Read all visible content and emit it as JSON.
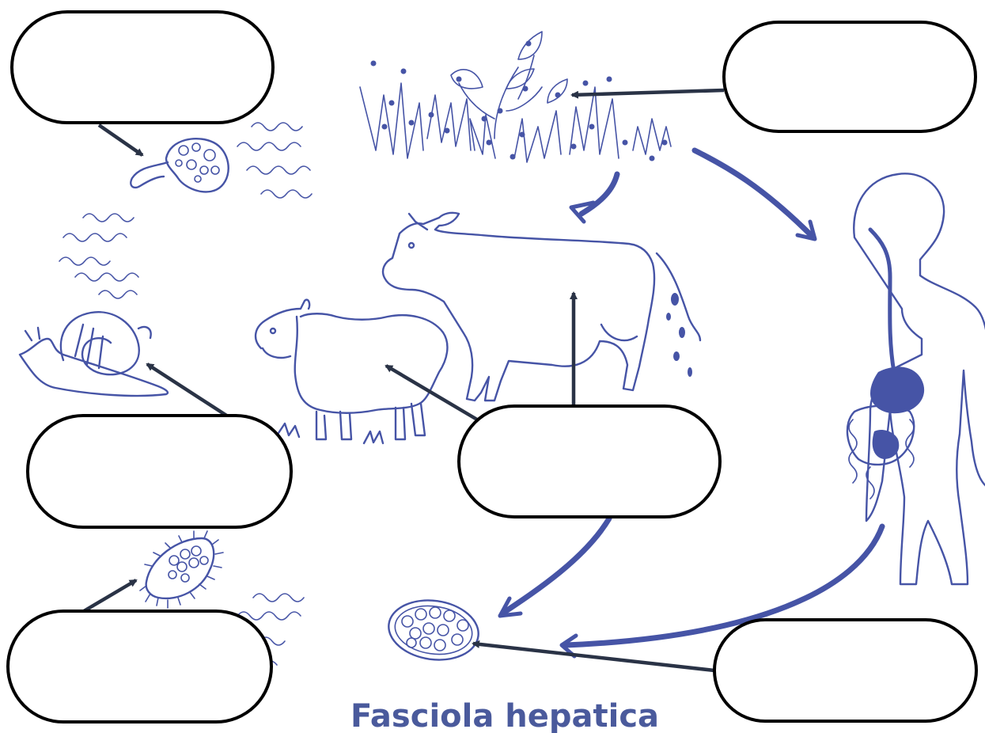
{
  "diagram": {
    "title": "Fasciola hepatica",
    "accent_color": "#4654a6",
    "pointer_color": "#2a3346",
    "label_boxes": [
      {
        "id": "label-top-left",
        "text": ""
      },
      {
        "id": "label-top-right",
        "text": ""
      },
      {
        "id": "label-middle-left",
        "text": ""
      },
      {
        "id": "label-center",
        "text": ""
      },
      {
        "id": "label-bottom-left",
        "text": ""
      },
      {
        "id": "label-bottom-right",
        "text": ""
      }
    ]
  }
}
